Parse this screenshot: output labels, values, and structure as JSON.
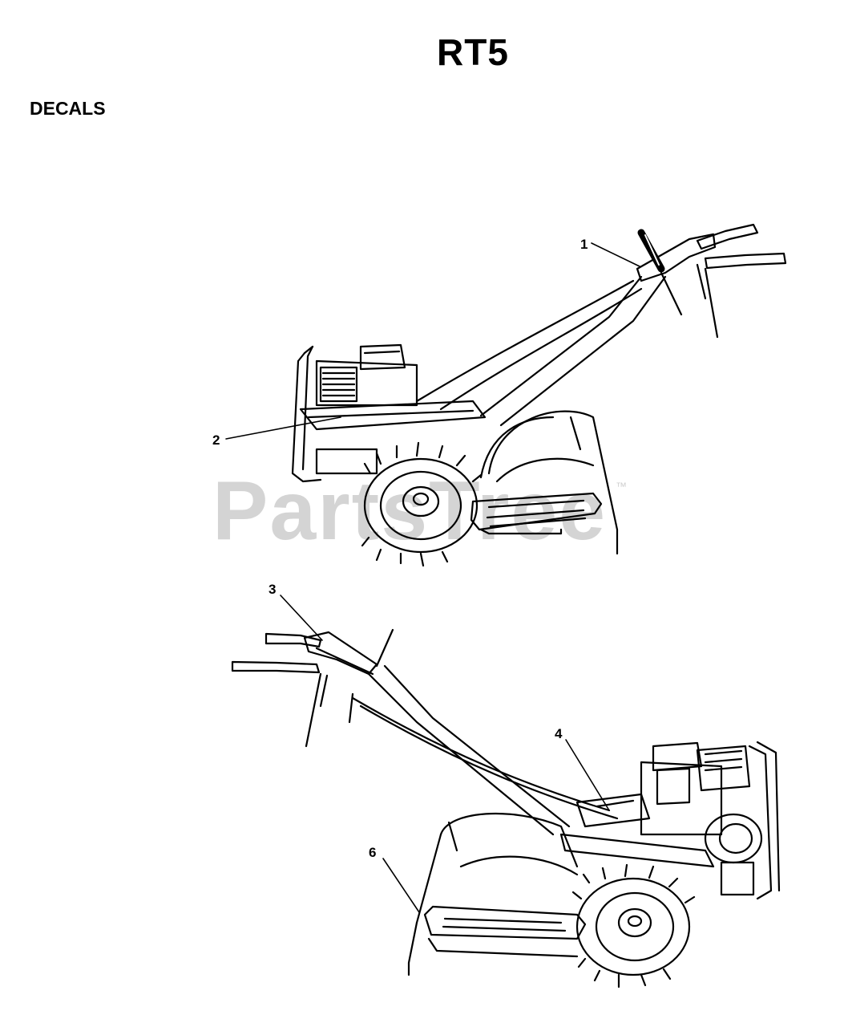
{
  "header": {
    "model": "RT5",
    "section": "DECALS"
  },
  "watermark": {
    "text": "PartsTree",
    "trademark": "™"
  },
  "callouts": [
    {
      "id": "1"
    },
    {
      "id": "2"
    },
    {
      "id": "3"
    },
    {
      "id": "4"
    },
    {
      "id": "6"
    }
  ]
}
